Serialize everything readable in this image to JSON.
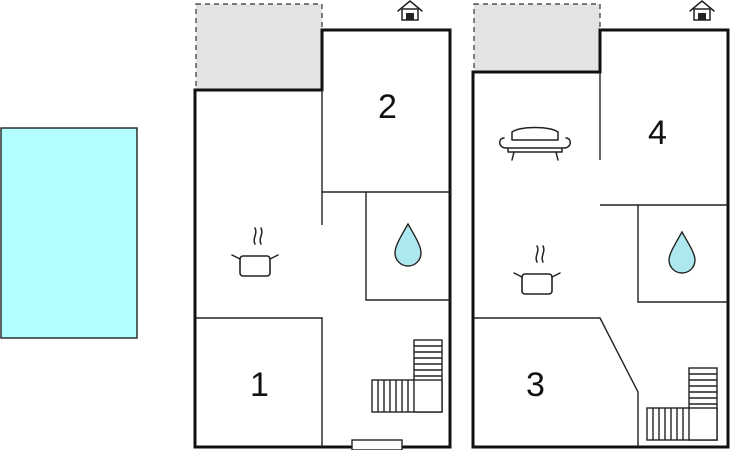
{
  "floorplan": {
    "rooms": [
      {
        "id": "room-1",
        "label": "1"
      },
      {
        "id": "room-2",
        "label": "2"
      },
      {
        "id": "room-3",
        "label": "3"
      },
      {
        "id": "room-4",
        "label": "4"
      }
    ],
    "icons": {
      "pool": "pool",
      "entrance": "house-entrance-icon",
      "kitchen": "cooking-pot-icon",
      "bathroom": "water-drop-icon",
      "living": "sofa-icon",
      "stairs": "stairs-icon"
    },
    "colors": {
      "pool": "#b3ffff",
      "water": "#aee8ef",
      "terrace": "#e3e3e3",
      "wall": "#111111"
    }
  }
}
